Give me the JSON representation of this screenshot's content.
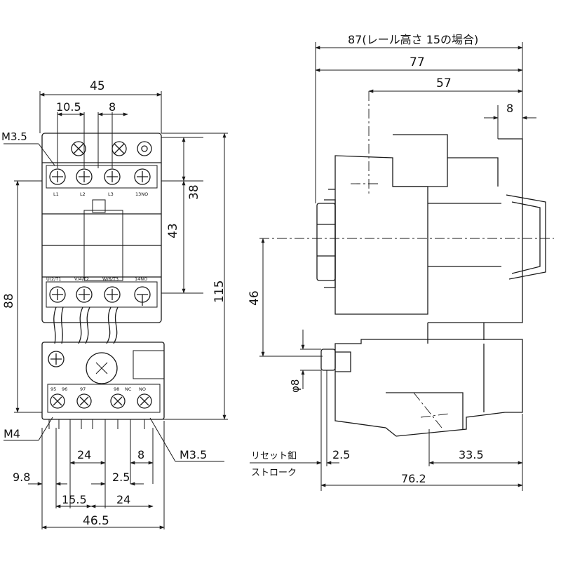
{
  "front_view": {
    "width_top": "45",
    "pitch_a": "10.5",
    "pitch_b": "8",
    "screw_top": "M3.5",
    "height_38": "38",
    "height_43": "43",
    "height_88": "88",
    "height_115": "115",
    "screw_bottom_left": "M4",
    "screw_bottom_right": "M3.5",
    "pitch_24_upper": "24",
    "pitch_8_lower": "8",
    "offset_9_8": "9.8",
    "gap_2_5": "2.5",
    "pitch_15_5": "15.5",
    "pitch_24_lower": "24",
    "width_bottom": "46.5",
    "terminal_labels_upper": [
      "L1",
      "L2",
      "L3",
      "13NO"
    ],
    "terminal_labels_middle": [
      "U/2/T1",
      "V/4/T2",
      "W/6/T3",
      "14NO"
    ],
    "terminal_labels_lower": [
      "95",
      "96",
      "97",
      "98",
      "NC",
      "NO"
    ]
  },
  "side_view": {
    "depth_87_note": "87(レール高さ 15の場合)",
    "depth_77": "77",
    "depth_57": "57",
    "depth_8": "8",
    "height_46": "46",
    "phi_8": "φ8",
    "reset_label_line1": "リセット釦",
    "reset_label_line2": "ストローク",
    "stroke_2_5": "2.5",
    "depth_33_5": "33.5",
    "depth_76_2": "76.2"
  },
  "colors": {
    "line": "#1a1a1a",
    "background": "#ffffff"
  }
}
